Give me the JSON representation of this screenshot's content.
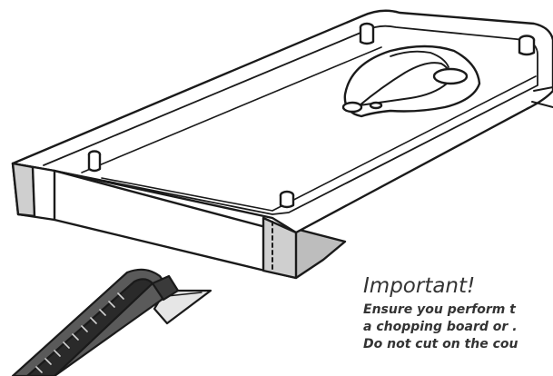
{
  "notice": {
    "heading": "Important!",
    "lines": [
      "Ensure you perform t",
      "a chopping board or .",
      "Do not cut on the cou"
    ]
  },
  "colors": {
    "stroke": "#1a1a1a",
    "tray_fill": "#ffffff",
    "end_panel": "#cfcfcf",
    "base_plate": "#bdbdbd",
    "knife_body": "#5a5a5a",
    "knife_dark": "#2a2a2a",
    "blade": "#e6e6e6",
    "text": "#333333"
  },
  "icons": [
    "tray-illustration",
    "utility-knife-icon"
  ]
}
